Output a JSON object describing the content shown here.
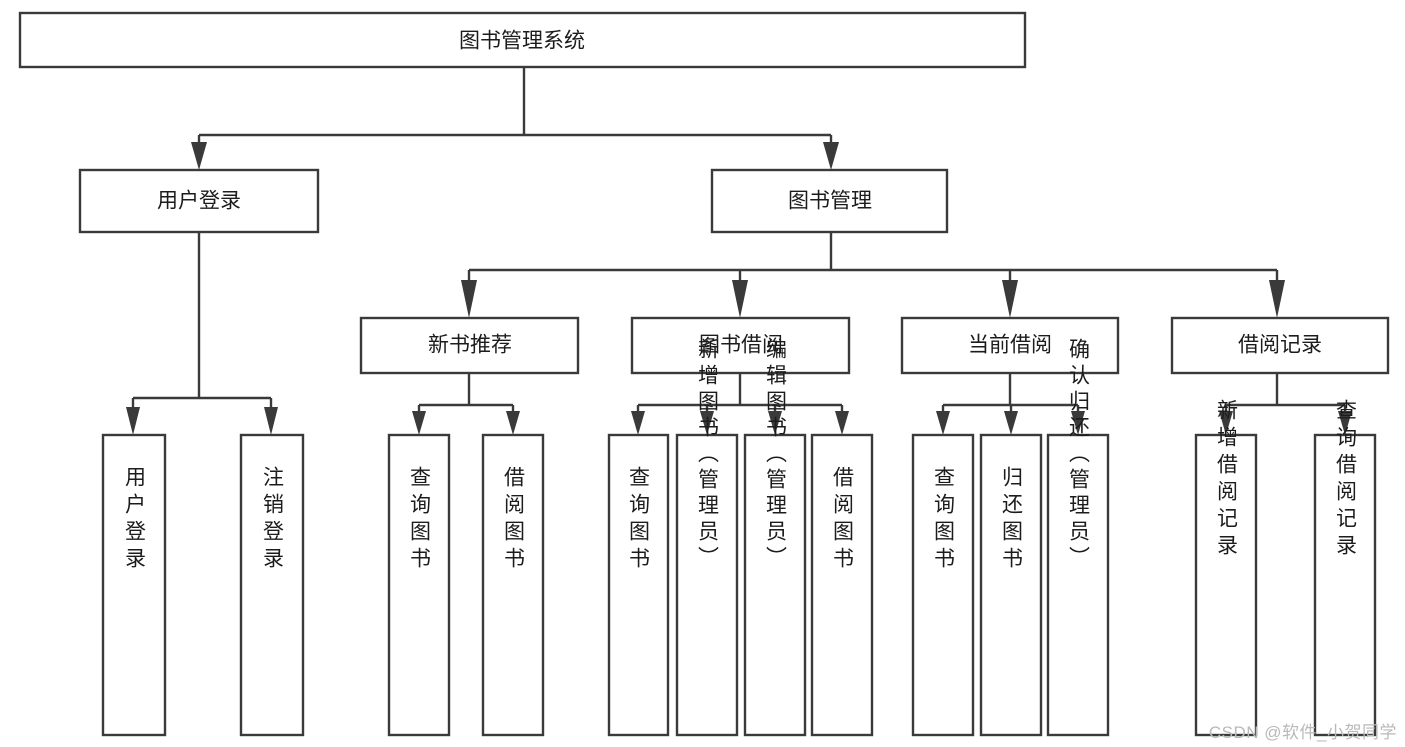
{
  "diagram": {
    "type": "tree-hierarchy",
    "title": "图书管理系统",
    "orientation": "top-down",
    "colors": {
      "box_border": "#3a3a3a",
      "box_fill": "#ffffff",
      "connector": "#3a3a3a",
      "text": "#1c1c1c",
      "watermark": "#b9b9b9",
      "background": "#ffffff"
    },
    "levels": [
      {
        "level": 1,
        "nodes": [
          {
            "id": "root",
            "label": "图书管理系统",
            "orientation": "horizontal"
          }
        ]
      },
      {
        "level": 2,
        "nodes": [
          {
            "id": "user-login",
            "label": "用户登录",
            "orientation": "horizontal",
            "parent": "root"
          },
          {
            "id": "book-manage",
            "label": "图书管理",
            "orientation": "horizontal",
            "parent": "root"
          }
        ]
      },
      {
        "level": 3,
        "nodes": [
          {
            "id": "new-book-rec",
            "label": "新书推荐",
            "orientation": "horizontal",
            "parent": "book-manage"
          },
          {
            "id": "book-borrow",
            "label": "图书借阅",
            "orientation": "horizontal",
            "parent": "book-manage"
          },
          {
            "id": "current-borrow",
            "label": "当前借阅",
            "orientation": "horizontal",
            "parent": "book-manage"
          },
          {
            "id": "borrow-record",
            "label": "借阅记录",
            "orientation": "horizontal",
            "parent": "book-manage"
          }
        ]
      },
      {
        "level": 4,
        "nodes": [
          {
            "id": "leaf-user-login",
            "label": "用户登录",
            "orientation": "vertical",
            "parent": "user-login"
          },
          {
            "id": "leaf-logout",
            "label": "注销登录",
            "orientation": "vertical",
            "parent": "user-login"
          },
          {
            "id": "leaf-query-book-1",
            "label": "查询图书",
            "orientation": "vertical",
            "parent": "new-book-rec"
          },
          {
            "id": "leaf-borrow-book-1",
            "label": "借阅图书",
            "orientation": "vertical",
            "parent": "new-book-rec"
          },
          {
            "id": "leaf-query-book-2",
            "label": "查询图书",
            "orientation": "vertical",
            "parent": "book-borrow"
          },
          {
            "id": "leaf-add-book",
            "label": "新增图书（管理员）",
            "orientation": "vertical",
            "parent": "book-borrow"
          },
          {
            "id": "leaf-edit-book",
            "label": "编辑图书（管理员）",
            "orientation": "vertical",
            "parent": "book-borrow"
          },
          {
            "id": "leaf-borrow-book-2",
            "label": "借阅图书",
            "orientation": "vertical",
            "parent": "book-borrow"
          },
          {
            "id": "leaf-query-book-3",
            "label": "查询图书",
            "orientation": "vertical",
            "parent": "current-borrow"
          },
          {
            "id": "leaf-return-book",
            "label": "归还图书",
            "orientation": "vertical",
            "parent": "current-borrow"
          },
          {
            "id": "leaf-confirm-return",
            "label": "确认归还（管理员）",
            "orientation": "vertical",
            "parent": "current-borrow"
          },
          {
            "id": "leaf-add-record",
            "label": "新增借阅记录",
            "orientation": "vertical",
            "parent": "borrow-record"
          },
          {
            "id": "leaf-query-record",
            "label": "查询借阅记录",
            "orientation": "vertical",
            "parent": "borrow-record"
          }
        ]
      }
    ]
  },
  "watermark": {
    "text": "CSDN @软件_小贺同学"
  }
}
